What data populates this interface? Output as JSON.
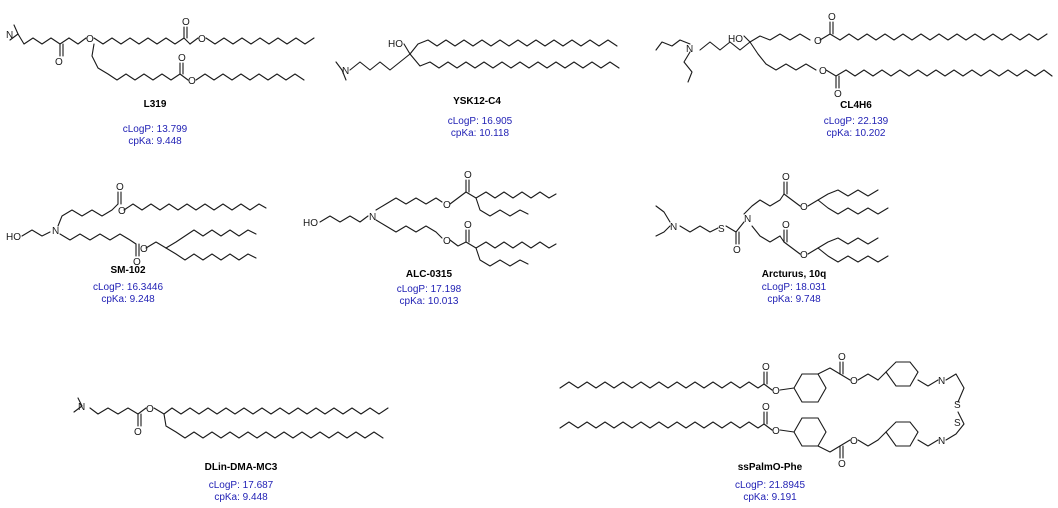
{
  "colors": {
    "structure": "#1a1a1a",
    "name": "#000000",
    "property": "#1f1fb4",
    "background": "#ffffff"
  },
  "atom_labels": {
    "nitrogen": "N",
    "oxygen": "O",
    "sulfur": "S",
    "hydroxyl": "HO"
  },
  "molecules": [
    {
      "id": "l319",
      "name": "L319",
      "clogp": "cLogP: 13.799",
      "cpka": "cpKa: 9.448"
    },
    {
      "id": "ysk12",
      "name": "YSK12-C4",
      "clogp": "cLogP: 16.905",
      "cpka": "cpKa: 10.118"
    },
    {
      "id": "cl4h6",
      "name": "CL4H6",
      "clogp": "cLogP: 22.139",
      "cpka": "cpKa: 10.202"
    },
    {
      "id": "sm102",
      "name": "SM-102",
      "clogp": "cLogP: 16.3446",
      "cpka": "cpKa: 9.248"
    },
    {
      "id": "alc0315",
      "name": "ALC-0315",
      "clogp": "cLogP: 17.198",
      "cpka": "cpKa: 10.013"
    },
    {
      "id": "arcturus",
      "name": "Arcturus, 10q",
      "clogp": "cLogP: 18.031",
      "cpka": "cpKa: 9.748"
    },
    {
      "id": "dlin",
      "name": "DLin-DMA-MC3",
      "clogp": "cLogP: 17.687",
      "cpka": "cpKa: 9.448"
    },
    {
      "id": "sspalmo",
      "name": "ssPalmO-Phe",
      "clogp": "cLogP: 21.8945",
      "cpka": "cpKa: 9.191"
    }
  ]
}
